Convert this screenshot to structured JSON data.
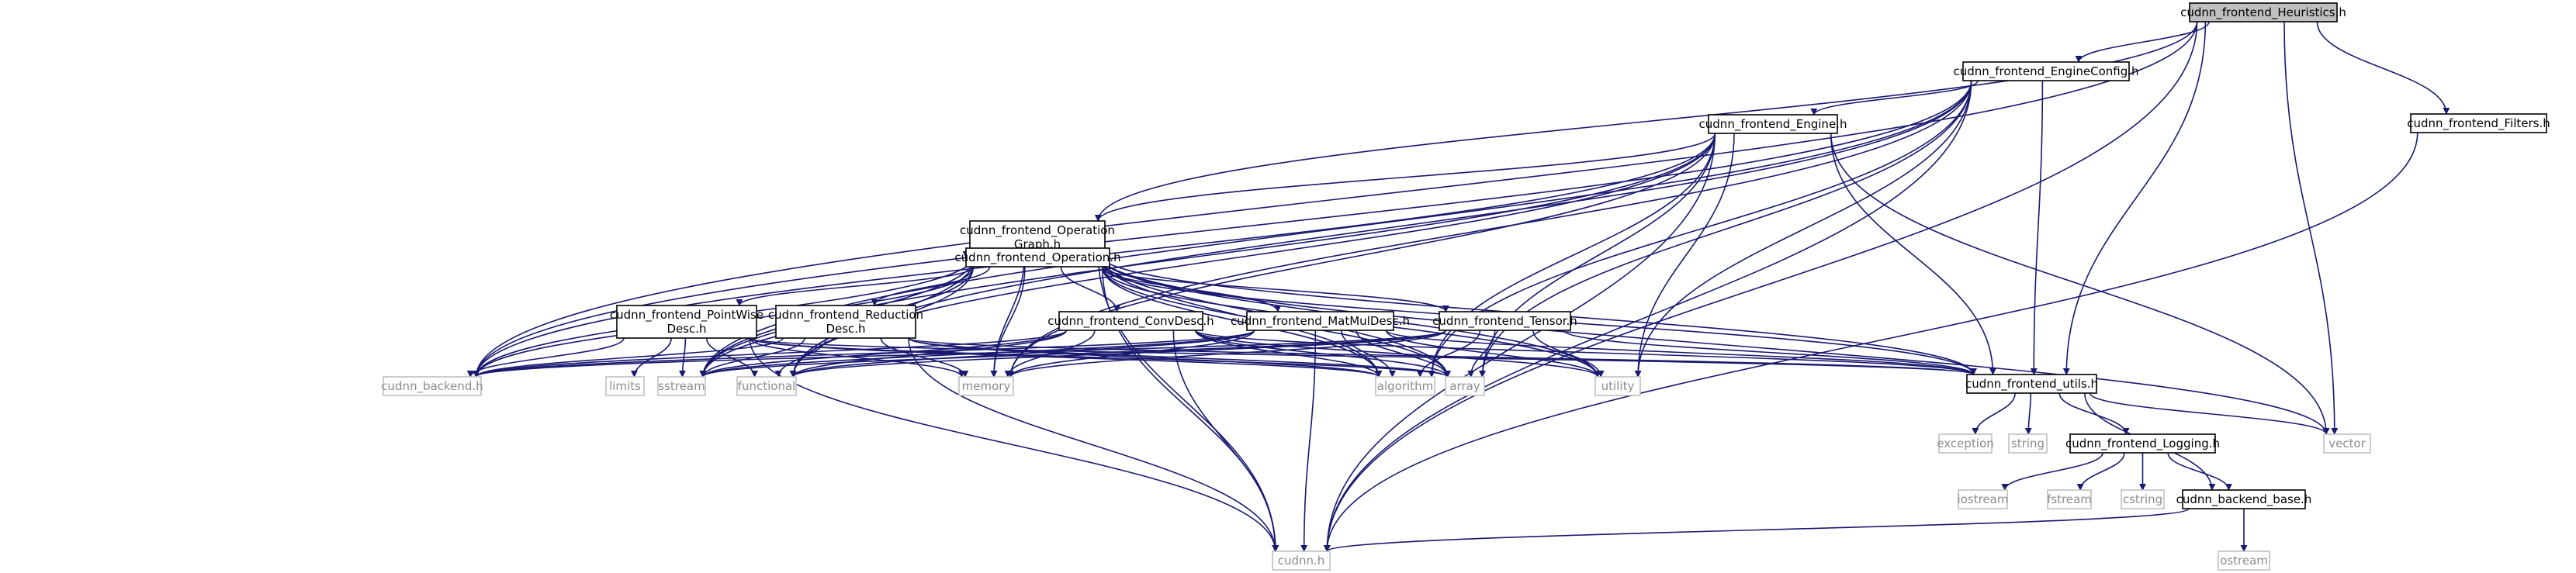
{
  "colors": {
    "edge": "#191970",
    "root_fill": "#bfbfbf",
    "node_stroke": "#000000",
    "system_stroke": "#bfbfbf",
    "text": "#000000",
    "system_text": "#8c8c8c"
  },
  "nodes": [
    {
      "id": "heuristics",
      "kind": "root",
      "lines": [
        "cudnn_frontend_Heuristics.h"
      ]
    },
    {
      "id": "engineconfig",
      "kind": "header",
      "lines": [
        "cudnn_frontend_EngineConfig.h"
      ]
    },
    {
      "id": "filters",
      "kind": "header",
      "lines": [
        "cudnn_frontend_Filters.h"
      ]
    },
    {
      "id": "engine",
      "kind": "header",
      "lines": [
        "cudnn_frontend_Engine.h"
      ]
    },
    {
      "id": "opgraph",
      "kind": "header",
      "lines": [
        "cudnn_frontend_Operation",
        "Graph.h"
      ]
    },
    {
      "id": "operation",
      "kind": "header",
      "lines": [
        "cudnn_frontend_Operation.h"
      ]
    },
    {
      "id": "pointwise",
      "kind": "header",
      "lines": [
        "cudnn_frontend_PointWise",
        "Desc.h"
      ]
    },
    {
      "id": "reduction",
      "kind": "header",
      "lines": [
        "cudnn_frontend_Reduction",
        "Desc.h"
      ]
    },
    {
      "id": "convdesc",
      "kind": "header",
      "lines": [
        "cudnn_frontend_ConvDesc.h"
      ]
    },
    {
      "id": "matmul",
      "kind": "header",
      "lines": [
        "cudnn_frontend_MatMulDesc.h"
      ]
    },
    {
      "id": "tensor",
      "kind": "header",
      "lines": [
        "cudnn_frontend_Tensor.h"
      ]
    },
    {
      "id": "utils",
      "kind": "header",
      "lines": [
        "cudnn_frontend_utils.h"
      ]
    },
    {
      "id": "logging",
      "kind": "header",
      "lines": [
        "cudnn_frontend_Logging.h"
      ]
    },
    {
      "id": "backend_base",
      "kind": "header",
      "lines": [
        "cudnn_backend_base.h"
      ]
    },
    {
      "id": "cudnn_backend",
      "kind": "system",
      "lines": [
        "cudnn_backend.h"
      ]
    },
    {
      "id": "limits",
      "kind": "system",
      "lines": [
        "limits"
      ]
    },
    {
      "id": "sstream",
      "kind": "system",
      "lines": [
        "sstream"
      ]
    },
    {
      "id": "functional",
      "kind": "system",
      "lines": [
        "functional"
      ]
    },
    {
      "id": "memory",
      "kind": "system",
      "lines": [
        "memory"
      ]
    },
    {
      "id": "algorithm",
      "kind": "system",
      "lines": [
        "algorithm"
      ]
    },
    {
      "id": "array",
      "kind": "system",
      "lines": [
        "array"
      ]
    },
    {
      "id": "utility",
      "kind": "system",
      "lines": [
        "utility"
      ]
    },
    {
      "id": "vector",
      "kind": "system",
      "lines": [
        "vector"
      ]
    },
    {
      "id": "exception",
      "kind": "system",
      "lines": [
        "exception"
      ]
    },
    {
      "id": "string",
      "kind": "system",
      "lines": [
        "string"
      ]
    },
    {
      "id": "iostream",
      "kind": "system",
      "lines": [
        "iostream"
      ]
    },
    {
      "id": "fstream",
      "kind": "system",
      "lines": [
        "fstream"
      ]
    },
    {
      "id": "cstring",
      "kind": "system",
      "lines": [
        "cstring"
      ]
    },
    {
      "id": "cudnn_h",
      "kind": "system",
      "lines": [
        "cudnn.h"
      ]
    },
    {
      "id": "ostream",
      "kind": "system",
      "lines": [
        "ostream"
      ]
    }
  ],
  "edges": [
    [
      "heuristics",
      "engineconfig"
    ],
    [
      "heuristics",
      "filters"
    ],
    [
      "heuristics",
      "opgraph"
    ],
    [
      "heuristics",
      "cudnn_backend"
    ],
    [
      "heuristics",
      "utils"
    ],
    [
      "heuristics",
      "vector"
    ],
    [
      "heuristics",
      "cudnn_h"
    ],
    [
      "engineconfig",
      "engine"
    ],
    [
      "engineconfig",
      "cudnn_backend"
    ],
    [
      "engineconfig",
      "sstream"
    ],
    [
      "engineconfig",
      "functional"
    ],
    [
      "engineconfig",
      "memory"
    ],
    [
      "engineconfig",
      "array"
    ],
    [
      "engineconfig",
      "utility"
    ],
    [
      "engineconfig",
      "utils"
    ],
    [
      "engineconfig",
      "cudnn_h"
    ],
    [
      "engineconfig",
      "algorithm"
    ],
    [
      "filters",
      "cudnn_h"
    ],
    [
      "engine",
      "opgraph"
    ],
    [
      "engine",
      "cudnn_backend"
    ],
    [
      "engine",
      "sstream"
    ],
    [
      "engine",
      "functional"
    ],
    [
      "engine",
      "memory"
    ],
    [
      "engine",
      "algorithm"
    ],
    [
      "engine",
      "array"
    ],
    [
      "engine",
      "utility"
    ],
    [
      "engine",
      "utils"
    ],
    [
      "engine",
      "vector"
    ],
    [
      "engine",
      "cudnn_h"
    ],
    [
      "opgraph",
      "operation"
    ],
    [
      "opgraph",
      "cudnn_backend"
    ],
    [
      "opgraph",
      "sstream"
    ],
    [
      "opgraph",
      "functional"
    ],
    [
      "opgraph",
      "memory"
    ],
    [
      "opgraph",
      "algorithm"
    ],
    [
      "opgraph",
      "array"
    ],
    [
      "opgraph",
      "utility"
    ],
    [
      "opgraph",
      "utils"
    ],
    [
      "opgraph",
      "vector"
    ],
    [
      "opgraph",
      "cudnn_h"
    ],
    [
      "operation",
      "pointwise"
    ],
    [
      "operation",
      "reduction"
    ],
    [
      "operation",
      "convdesc"
    ],
    [
      "operation",
      "matmul"
    ],
    [
      "operation",
      "tensor"
    ],
    [
      "operation",
      "cudnn_backend"
    ],
    [
      "operation",
      "sstream"
    ],
    [
      "operation",
      "functional"
    ],
    [
      "operation",
      "memory"
    ],
    [
      "operation",
      "algorithm"
    ],
    [
      "operation",
      "array"
    ],
    [
      "operation",
      "utility"
    ],
    [
      "operation",
      "utils"
    ],
    [
      "operation",
      "cudnn_h"
    ],
    [
      "pointwise",
      "cudnn_backend"
    ],
    [
      "pointwise",
      "limits"
    ],
    [
      "pointwise",
      "sstream"
    ],
    [
      "pointwise",
      "functional"
    ],
    [
      "pointwise",
      "memory"
    ],
    [
      "pointwise",
      "algorithm"
    ],
    [
      "pointwise",
      "array"
    ],
    [
      "pointwise",
      "utils"
    ],
    [
      "pointwise",
      "cudnn_h"
    ],
    [
      "reduction",
      "cudnn_backend"
    ],
    [
      "reduction",
      "sstream"
    ],
    [
      "reduction",
      "functional"
    ],
    [
      "reduction",
      "memory"
    ],
    [
      "reduction",
      "algorithm"
    ],
    [
      "reduction",
      "array"
    ],
    [
      "reduction",
      "utils"
    ],
    [
      "reduction",
      "cudnn_h"
    ],
    [
      "convdesc",
      "cudnn_backend"
    ],
    [
      "convdesc",
      "sstream"
    ],
    [
      "convdesc",
      "functional"
    ],
    [
      "convdesc",
      "memory"
    ],
    [
      "convdesc",
      "algorithm"
    ],
    [
      "convdesc",
      "array"
    ],
    [
      "convdesc",
      "utility"
    ],
    [
      "convdesc",
      "utils"
    ],
    [
      "convdesc",
      "cudnn_h"
    ],
    [
      "matmul",
      "cudnn_backend"
    ],
    [
      "matmul",
      "sstream"
    ],
    [
      "matmul",
      "functional"
    ],
    [
      "matmul",
      "memory"
    ],
    [
      "matmul",
      "algorithm"
    ],
    [
      "matmul",
      "array"
    ],
    [
      "matmul",
      "utility"
    ],
    [
      "matmul",
      "utils"
    ],
    [
      "matmul",
      "cudnn_h"
    ],
    [
      "tensor",
      "cudnn_backend"
    ],
    [
      "tensor",
      "sstream"
    ],
    [
      "tensor",
      "functional"
    ],
    [
      "tensor",
      "memory"
    ],
    [
      "tensor",
      "algorithm"
    ],
    [
      "tensor",
      "array"
    ],
    [
      "tensor",
      "utility"
    ],
    [
      "tensor",
      "utils"
    ],
    [
      "utils",
      "exception"
    ],
    [
      "utils",
      "string"
    ],
    [
      "utils",
      "logging"
    ],
    [
      "utils",
      "backend_base"
    ],
    [
      "utils",
      "vector"
    ],
    [
      "logging",
      "iostream"
    ],
    [
      "logging",
      "fstream"
    ],
    [
      "logging",
      "cstring"
    ],
    [
      "logging",
      "backend_base"
    ],
    [
      "backend_base",
      "cudnn_h"
    ],
    [
      "backend_base",
      "ostream"
    ]
  ]
}
